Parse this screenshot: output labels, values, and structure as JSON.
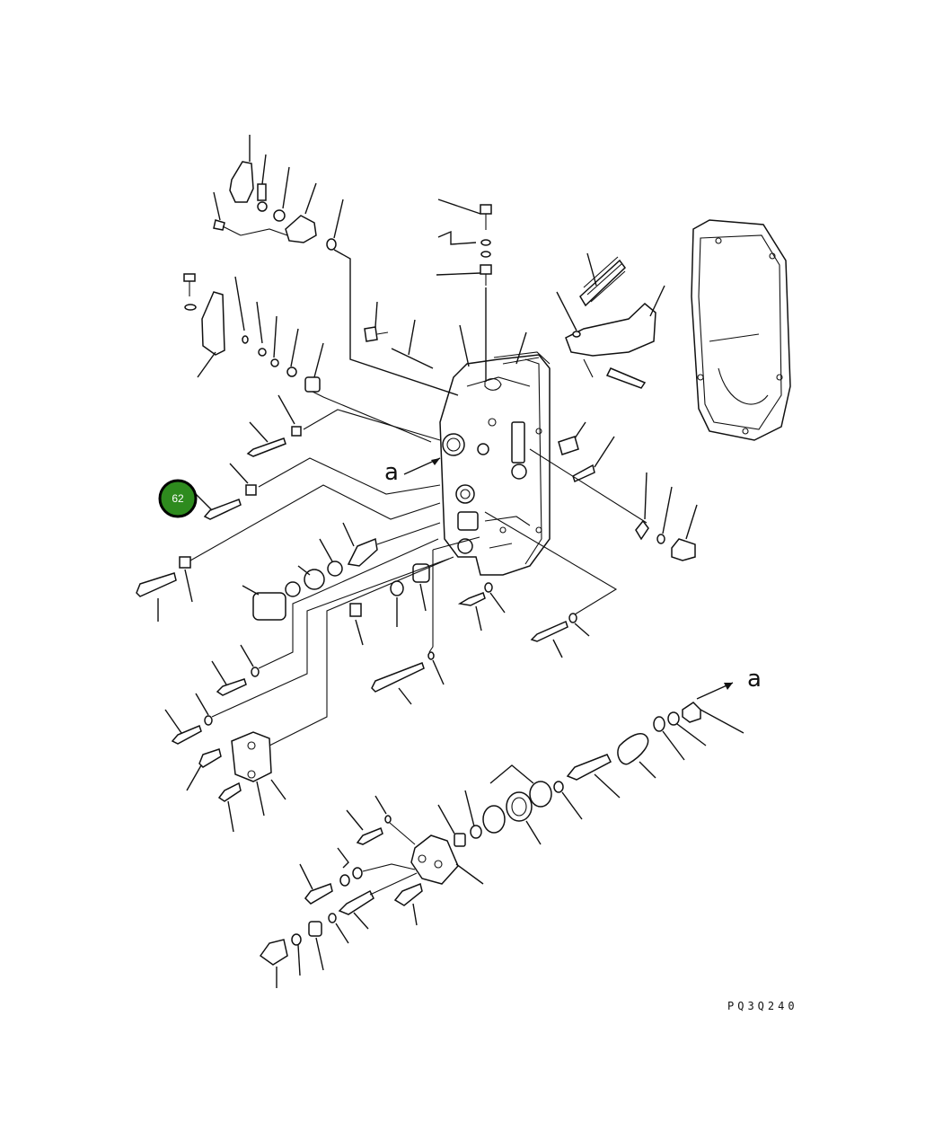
{
  "diagram": {
    "reference_code": "PQ3Q240",
    "view_markers": [
      "a",
      "a"
    ]
  },
  "callouts": [
    {
      "number": "62",
      "color": "#2e8b1e",
      "text_color": "#ffffff",
      "selected": true
    }
  ]
}
